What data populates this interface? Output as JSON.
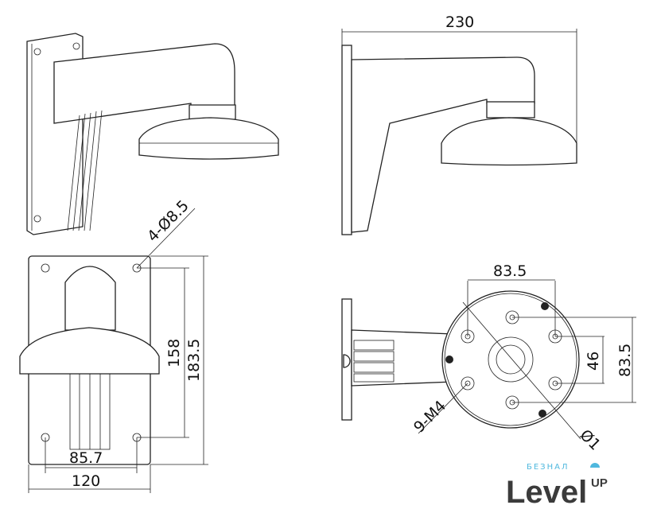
{
  "drawing": {
    "top_right_width": "230",
    "hole_callout": "4-Ø8.5",
    "hole_vertical_spacing": "158",
    "plate_height": "183.5",
    "hole_horizontal_spacing": "85.7",
    "plate_width": "120",
    "base_horizontal": "83.5",
    "base_inner_vertical": "46",
    "base_outer_vertical": "83.5",
    "screw_callout": "9-M4",
    "diameter_callout": "Ø1"
  },
  "logo": {
    "sub": "БЕЗНАЛ",
    "main": "Level",
    "up": "UP",
    "accent_color": "#4fb8de"
  }
}
